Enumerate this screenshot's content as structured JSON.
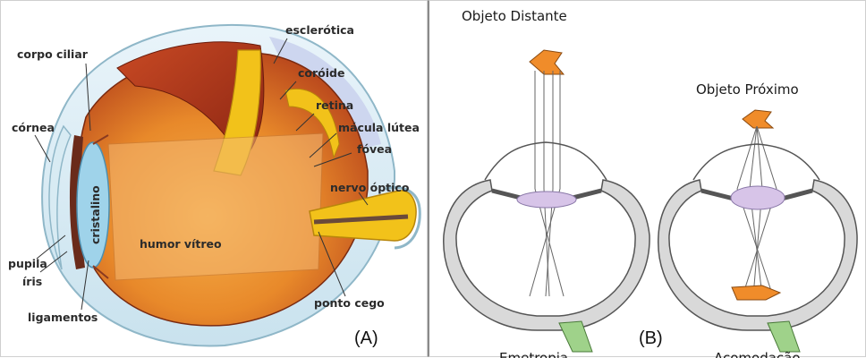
{
  "panel_a": {
    "tag": "(A)",
    "labels": {
      "esclerotica": "esclerótica",
      "corpo_ciliar": "corpo ciliar",
      "coroide": "coróide",
      "retina": "retina",
      "cornea": "córnea",
      "macula_lutea": "mácula lútea",
      "fovea": "fóvea",
      "cristalino": "cristalino",
      "nervo_optico": "nervo óptico",
      "humor_vitreo": "humor vítreo",
      "pupila": "pupila",
      "iris": "íris",
      "ponto_cego": "ponto cego",
      "ligamentos": "ligamentos"
    }
  },
  "panel_b": {
    "tag": "(B)",
    "left_title": "Objeto Distante",
    "right_title": "Objeto Próximo",
    "left_caption": "Emetropia",
    "right_caption": "Acomodação"
  },
  "colors": {
    "sclera_outline": "#8fb7c8",
    "sclera_fill": "#d8ebf3",
    "eye_orange": "#e8892a",
    "eye_red": "#b8321c",
    "retina_yellow": "#f2c21a",
    "lens_blue": "#9fd3ea",
    "vitreous_violet": "#d7c4e8",
    "object_orange": "#f08c2a",
    "nerve_green": "#9fd28a"
  }
}
